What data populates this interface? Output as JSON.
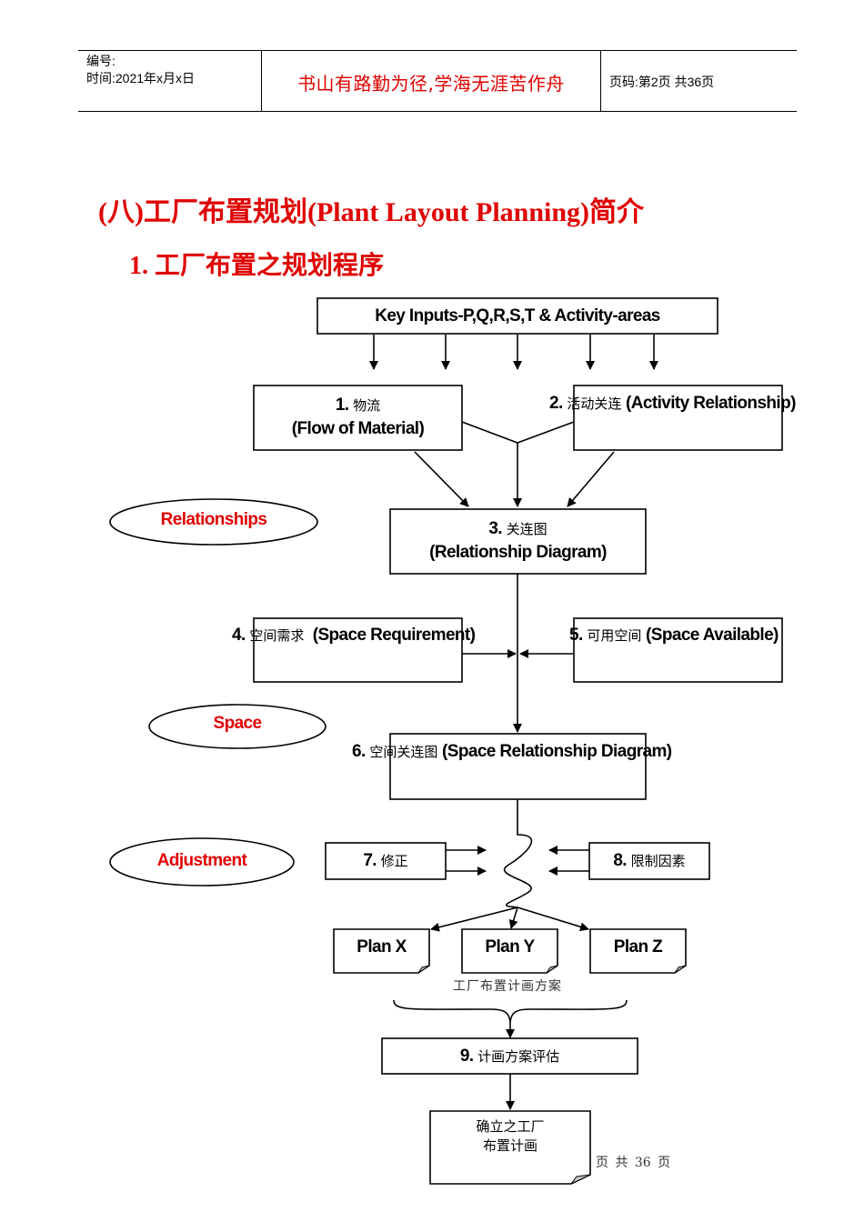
{
  "header": {
    "doc_number_label": "编号:",
    "date_label": "时间:2021年x月x日",
    "motto": "书山有路勤为径,学海无涯苦作舟",
    "page_info": "页码:第2页 共36页"
  },
  "title": "(八)工厂布置规划(Plant Layout Planning)简介",
  "subtitle": "1. 工厂布置之规划程序",
  "diagram": {
    "key_inputs": "Key Inputs-P,Q,R,S,T & Activity-areas",
    "step1": {
      "num": "1.",
      "cn": "物流",
      "en": "(Flow of Material)"
    },
    "step2": {
      "num": "2.",
      "cn": "活动关连",
      "en": "(Activity Relationship)"
    },
    "step3": {
      "num": "3.",
      "cn": "关连图",
      "en": "(Relationship Diagram)"
    },
    "step4": {
      "num": "4.",
      "cn": "空间需求",
      "en": "(Space Requirement)"
    },
    "step5": {
      "num": "5.",
      "cn": "可用空间",
      "en": "(Space Available)"
    },
    "step6": {
      "num": "6.",
      "cn": "空间关连图",
      "en": "(Space Relationship Diagram)"
    },
    "step7": {
      "num": "7.",
      "cn": "修正"
    },
    "step8": {
      "num": "8.",
      "cn": "限制因素"
    },
    "step9": {
      "num": "9.",
      "cn": "计画方案评估"
    },
    "phases": [
      "Relationships",
      "Space",
      "Adjustment"
    ],
    "plans": [
      "Plan X",
      "Plan Y",
      "Plan Z"
    ],
    "plans_caption": "工厂布置计画方案",
    "final_line1": "确立之工厂",
    "final_line2": "布置计画"
  },
  "footer": {
    "page_total": "页 共 36 页"
  },
  "colors": {
    "accent": "#e00000",
    "line": "#000000"
  }
}
